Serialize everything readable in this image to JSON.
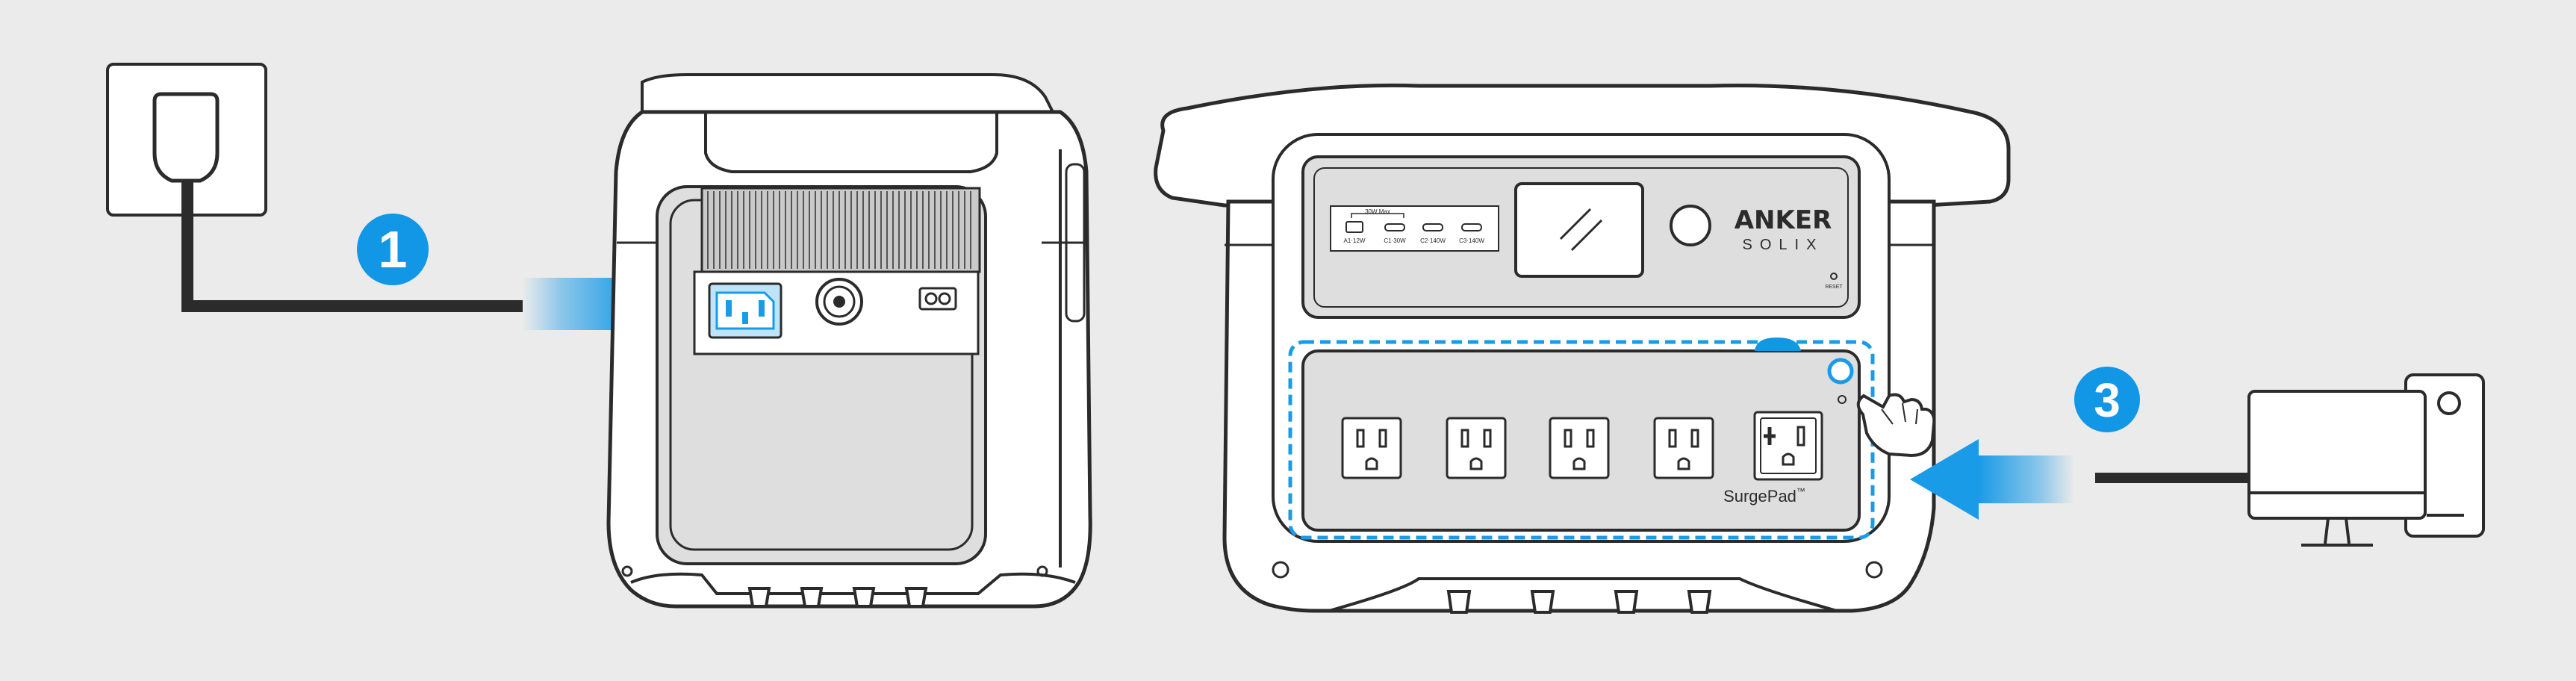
{
  "steps": [
    {
      "number": "1"
    },
    {
      "number": "3"
    }
  ],
  "device": {
    "brand_line1": "ANKER",
    "brand_line2": "SOLIX",
    "surge_label": "SurgePad",
    "surge_tm": "™",
    "reset_label": "RESET",
    "usb_ports": {
      "group_label": "30W Max",
      "a1": "A1·12W",
      "c1": "C1·30W",
      "c2": "C2·140W",
      "c3": "C3·140W"
    }
  },
  "colors": {
    "background": "#ebebeb",
    "accent_blue": "#1a9be8",
    "badge_blue": "#1296e6",
    "line_dark": "#2b2b2b",
    "panel_gray": "#dedede"
  },
  "icons": [
    "wall-outlet-icon",
    "power-cord-icon",
    "arrow-right-icon",
    "arrow-left-icon",
    "desktop-computer-icon",
    "hand-pointer-icon"
  ]
}
